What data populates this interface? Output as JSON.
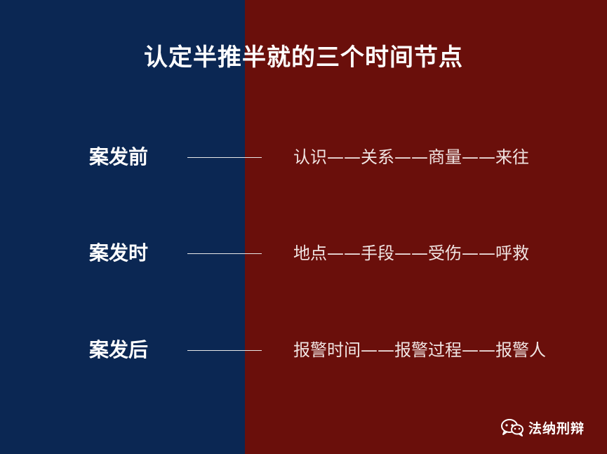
{
  "slide": {
    "title": "认定半推半就的三个时间节点",
    "rows": [
      {
        "label": "案发前",
        "items": [
          "认识",
          "关系",
          "商量",
          "来往"
        ],
        "separator": "——"
      },
      {
        "label": "案发时",
        "items": [
          "地点",
          "手段",
          "受伤",
          "呼救"
        ],
        "separator": "——"
      },
      {
        "label": "案发后",
        "items": [
          "报警时间",
          "报警过程",
          "报警人"
        ],
        "separator": "——"
      }
    ],
    "watermark": {
      "text": "法纳刑辩",
      "icon": "wechat-icon"
    },
    "colors": {
      "left_panel": "#0b2753",
      "right_panel": "#6a0f0b",
      "text": "#ffffff"
    }
  }
}
